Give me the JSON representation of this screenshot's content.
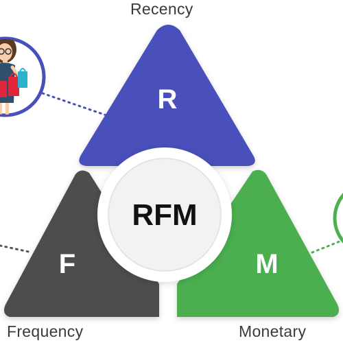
{
  "labels": {
    "recency": "Recency",
    "frequency": "Frequency",
    "monetary": "Monetary"
  },
  "letters": {
    "r": "R",
    "f": "F",
    "m": "M"
  },
  "center": "RFM",
  "colors": {
    "recency": "#4a50bb",
    "frequency": "#4d4d4d",
    "monetary": "#4caf50",
    "connector_left": "#4a50bb",
    "connector_right": "#4caf50"
  },
  "icons": {
    "left_avatar": "woman-shopper-icon",
    "right_avatar": "green-circle-icon"
  }
}
